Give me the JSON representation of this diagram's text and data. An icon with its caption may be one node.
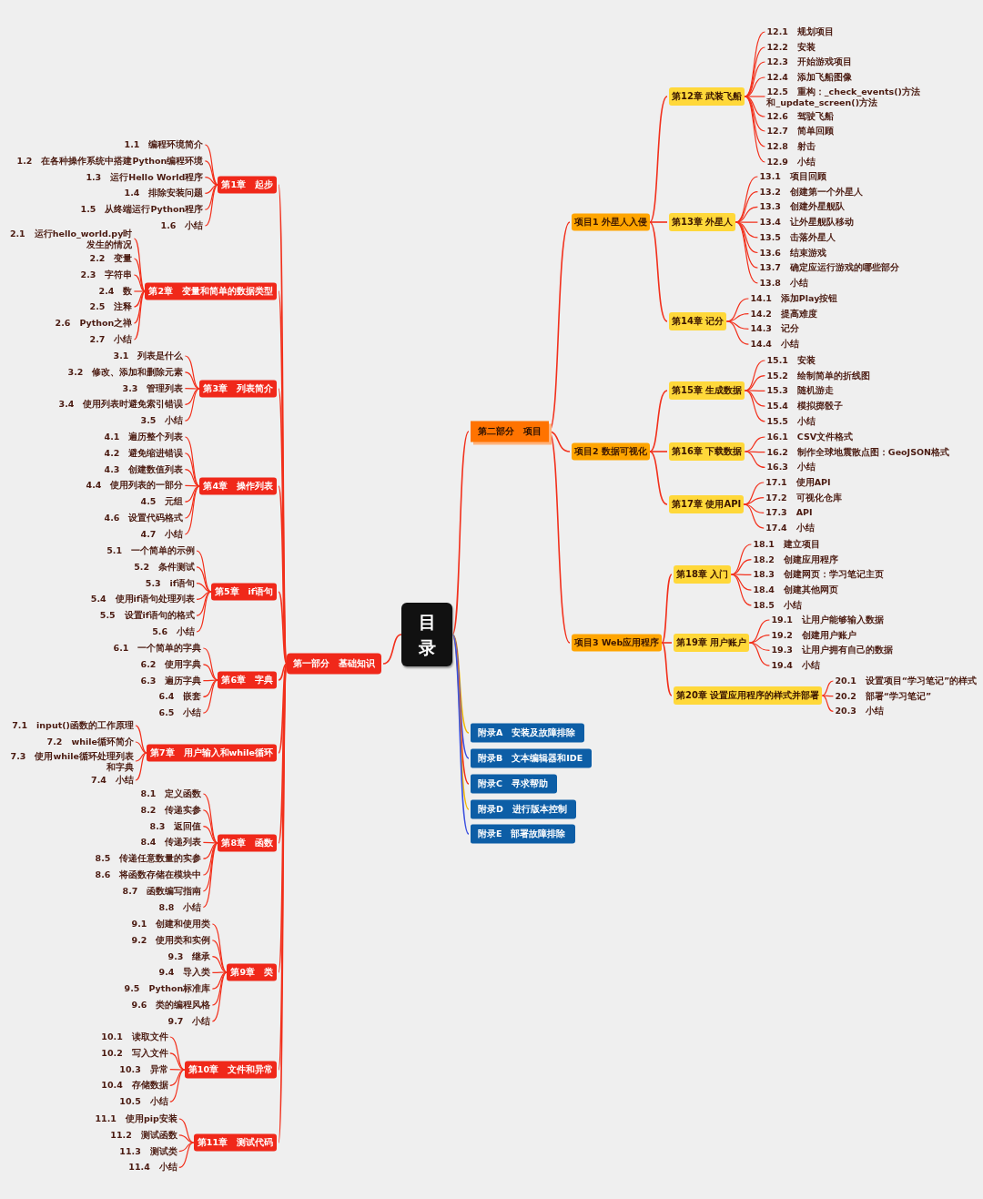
{
  "diagram": {
    "nodes": [
      {
        "text": [
          "目录"
        ]
      },
      {
        "text": [
          "第一部分　基础知识"
        ]
      },
      {
        "text": [
          "第1章　起步"
        ]
      },
      {
        "text": [
          "1.1　编程环境简介"
        ]
      },
      {
        "text": [
          "1.2　在各种操作系统中搭建Python编程环境"
        ]
      },
      {
        "text": [
          "1.3　运行Hello World程序"
        ]
      },
      {
        "text": [
          "1.4　排除安装问题"
        ]
      },
      {
        "text": [
          "1.5　从终端运行Python程序"
        ]
      },
      {
        "text": [
          "1.6　小结"
        ]
      },
      {
        "text": [
          "第2章　变量和简单的数据类型"
        ]
      },
      {
        "text": [
          "2.1　运行hello_world.py时发生的情况"
        ]
      },
      {
        "text": [
          "2.2　变量"
        ]
      },
      {
        "text": [
          "2.3　字符串"
        ]
      },
      {
        "text": [
          "2.4　数"
        ]
      },
      {
        "text": [
          "2.5　注释"
        ]
      },
      {
        "text": [
          "2.6　Python之禅"
        ]
      },
      {
        "text": [
          "2.7　小结"
        ]
      },
      {
        "text": [
          "第3章　列表简介"
        ]
      },
      {
        "text": [
          "3.1　列表是什么"
        ]
      },
      {
        "text": [
          "3.2　修改、添加和删除元素"
        ]
      },
      {
        "text": [
          "3.3　管理列表"
        ]
      },
      {
        "text": [
          "3.4　使用列表时避免索引错误"
        ]
      },
      {
        "text": [
          "3.5　小结"
        ]
      },
      {
        "text": [
          "第4章　操作列表"
        ]
      },
      {
        "text": [
          "4.1　遍历整个列表"
        ]
      },
      {
        "text": [
          "4.2　避免缩进错误"
        ]
      },
      {
        "text": [
          "4.3　创建数值列表"
        ]
      },
      {
        "text": [
          "4.4　使用列表的一部分"
        ]
      },
      {
        "text": [
          "4.5　元组"
        ]
      },
      {
        "text": [
          "4.6　设置代码格式"
        ]
      },
      {
        "text": [
          "4.7　小结"
        ]
      },
      {
        "text": [
          "第5章　if语句"
        ]
      },
      {
        "text": [
          "5.1　一个简单的示例"
        ]
      },
      {
        "text": [
          "5.2　条件测试"
        ]
      },
      {
        "text": [
          "5.3　if语句"
        ]
      },
      {
        "text": [
          "5.4　使用if语句处理列表"
        ]
      },
      {
        "text": [
          "5.5　设置if语句的格式"
        ]
      },
      {
        "text": [
          "5.6　小结"
        ]
      },
      {
        "text": [
          "第6章　字典"
        ]
      },
      {
        "text": [
          "6.1　一个简单的字典"
        ]
      },
      {
        "text": [
          "6.2　使用字典"
        ]
      },
      {
        "text": [
          "6.3　遍历字典"
        ]
      },
      {
        "text": [
          "6.4　嵌套"
        ]
      },
      {
        "text": [
          "6.5　小结"
        ]
      },
      {
        "text": [
          "第7章　用户输入和while循环"
        ]
      },
      {
        "text": [
          "7.1　input()函数的工作原理"
        ]
      },
      {
        "text": [
          "7.2　while循环简介"
        ]
      },
      {
        "text": [
          "7.3　使用while循环处理列表和字典"
        ]
      },
      {
        "text": [
          "7.4　小结"
        ]
      },
      {
        "text": [
          "第8章　函数"
        ]
      },
      {
        "text": [
          "8.1　定义函数"
        ]
      },
      {
        "text": [
          "8.2　传递实参"
        ]
      },
      {
        "text": [
          "8.3　返回值"
        ]
      },
      {
        "text": [
          "8.4　传递列表"
        ]
      },
      {
        "text": [
          "8.5　传递任意数量的实参"
        ]
      },
      {
        "text": [
          "8.6　将函数存储在模块中"
        ]
      },
      {
        "text": [
          "8.7　函数编写指南"
        ]
      },
      {
        "text": [
          "8.8　小结"
        ]
      },
      {
        "text": [
          "第9章　类"
        ]
      },
      {
        "text": [
          "9.1　创建和使用类"
        ]
      },
      {
        "text": [
          "9.2　使用类和实例"
        ]
      },
      {
        "text": [
          "9.3　继承"
        ]
      },
      {
        "text": [
          "9.4　导入类"
        ]
      },
      {
        "text": [
          "9.5　Python标准库"
        ]
      },
      {
        "text": [
          "9.6　类的编程风格"
        ]
      },
      {
        "text": [
          "9.7　小结"
        ]
      },
      {
        "text": [
          "第10章　文件和异常"
        ]
      },
      {
        "text": [
          "10.1　读取文件"
        ]
      },
      {
        "text": [
          "10.2　写入文件"
        ]
      },
      {
        "text": [
          "10.3　异常"
        ]
      },
      {
        "text": [
          "10.4　存储数据"
        ]
      },
      {
        "text": [
          "10.5　小结"
        ]
      },
      {
        "text": [
          "第11章　测试代码"
        ]
      },
      {
        "text": [
          "11.1　使用pip安装"
        ]
      },
      {
        "text": [
          "11.2　测试函数"
        ]
      },
      {
        "text": [
          "11.3　测试类"
        ]
      },
      {
        "text": [
          "11.4　小结"
        ]
      },
      {
        "text": [
          "第二部分　项目"
        ]
      },
      {
        "text": [
          "项目1 外星人入侵"
        ]
      },
      {
        "text": [
          "第12章 武装飞船"
        ]
      },
      {
        "text": [
          "12.1　规划项目"
        ]
      },
      {
        "text": [
          "12.2　安装"
        ]
      },
      {
        "text": [
          "12.3　开始游戏项目"
        ]
      },
      {
        "text": [
          "12.4　添加飞船图像"
        ]
      },
      {
        "text": [
          "12.5　重构：_check_events()方法和_update_screen()方法"
        ]
      },
      {
        "text": [
          "12.6　驾驶飞船"
        ]
      },
      {
        "text": [
          "12.7　简单回顾"
        ]
      },
      {
        "text": [
          "12.8　射击"
        ]
      },
      {
        "text": [
          "12.9　小结"
        ]
      },
      {
        "text": [
          "第13章 外星人"
        ]
      },
      {
        "text": [
          "13.1　项目回顾"
        ]
      },
      {
        "text": [
          "13.2　创建第一个外星人"
        ]
      },
      {
        "text": [
          "13.3　创建外星舰队"
        ]
      },
      {
        "text": [
          "13.4　让外星舰队移动"
        ]
      },
      {
        "text": [
          "13.5　击落外星人"
        ]
      },
      {
        "text": [
          "13.6　结束游戏"
        ]
      },
      {
        "text": [
          "13.7　确定应运行游戏的哪些部分"
        ]
      },
      {
        "text": [
          "13.8　小结"
        ]
      },
      {
        "text": [
          "第14章 记分"
        ]
      },
      {
        "text": [
          "14.1　添加Play按钮"
        ]
      },
      {
        "text": [
          "14.2　提高难度"
        ]
      },
      {
        "text": [
          "14.3　记分"
        ]
      },
      {
        "text": [
          "14.4　小结"
        ]
      },
      {
        "text": [
          "项目2 数据可视化"
        ]
      },
      {
        "text": [
          "第15章 生成数据"
        ]
      },
      {
        "text": [
          "15.1　安装"
        ]
      },
      {
        "text": [
          "15.2　绘制简单的折线图"
        ]
      },
      {
        "text": [
          "15.3　随机游走"
        ]
      },
      {
        "text": [
          "15.4　模拟掷骰子"
        ]
      },
      {
        "text": [
          "15.5　小结"
        ]
      },
      {
        "text": [
          "第16章 下载数据"
        ]
      },
      {
        "text": [
          "16.1　CSV文件格式"
        ]
      },
      {
        "text": [
          "16.2　制作全球地震散点图：GeoJSON格式"
        ]
      },
      {
        "text": [
          "16.3　小结"
        ]
      },
      {
        "text": [
          "第17章 使用API"
        ]
      },
      {
        "text": [
          "17.1　使用API"
        ]
      },
      {
        "text": [
          "17.2　可视化仓库"
        ]
      },
      {
        "text": [
          "17.3　API"
        ]
      },
      {
        "text": [
          "17.4　小结"
        ]
      },
      {
        "text": [
          "项目3 Web应用程序"
        ]
      },
      {
        "text": [
          "第18章 入门"
        ]
      },
      {
        "text": [
          "18.1　建立项目"
        ]
      },
      {
        "text": [
          "18.2　创建应用程序"
        ]
      },
      {
        "text": [
          "18.3　创建网页：学习笔记主页"
        ]
      },
      {
        "text": [
          "18.4　创建其他网页"
        ]
      },
      {
        "text": [
          "18.5　小结"
        ]
      },
      {
        "text": [
          "第19章 用户账户"
        ]
      },
      {
        "text": [
          "19.1　让用户能够输入数据"
        ]
      },
      {
        "text": [
          "19.2　创建用户账户"
        ]
      },
      {
        "text": [
          "19.3　让用户拥有自己的数据"
        ]
      },
      {
        "text": [
          "19.4　小结"
        ]
      },
      {
        "text": [
          "第20章 设置应用程序的样式并部署"
        ]
      },
      {
        "text": [
          "20.1　设置项目“学习笔记”的样式"
        ]
      },
      {
        "text": [
          "20.2　部署“学习笔记”"
        ]
      },
      {
        "text": [
          "20.3　小结"
        ]
      },
      {
        "text": [
          "附录A　安装及故障排除"
        ]
      },
      {
        "text": [
          "附录B　文本编辑器和IDE"
        ]
      },
      {
        "text": [
          "附录C　寻求帮助"
        ]
      },
      {
        "text": [
          "附录D　进行版本控制"
        ]
      },
      {
        "text": [
          "附录E　部署故障排除"
        ]
      }
    ],
    "edges": [
      {
        "from": 0,
        "to": 1,
        "arrow": "none"
      },
      {
        "from": 1,
        "to": 2,
        "arrow": "none"
      },
      {
        "from": 2,
        "to": 3,
        "arrow": "none"
      },
      {
        "from": 2,
        "to": 4,
        "arrow": "none"
      },
      {
        "from": 2,
        "to": 5,
        "arrow": "none"
      },
      {
        "from": 2,
        "to": 6,
        "arrow": "none"
      },
      {
        "from": 2,
        "to": 7,
        "arrow": "none"
      },
      {
        "from": 2,
        "to": 8,
        "arrow": "none"
      },
      {
        "from": 1,
        "to": 9,
        "arrow": "none"
      },
      {
        "from": 9,
        "to": 10,
        "arrow": "none"
      },
      {
        "from": 9,
        "to": 11,
        "arrow": "none"
      },
      {
        "from": 9,
        "to": 12,
        "arrow": "none"
      },
      {
        "from": 9,
        "to": 13,
        "arrow": "none"
      },
      {
        "from": 9,
        "to": 14,
        "arrow": "none"
      },
      {
        "from": 9,
        "to": 15,
        "arrow": "none"
      },
      {
        "from": 9,
        "to": 16,
        "arrow": "none"
      },
      {
        "from": 1,
        "to": 17,
        "arrow": "none"
      },
      {
        "from": 17,
        "to": 18,
        "arrow": "none"
      },
      {
        "from": 17,
        "to": 19,
        "arrow": "none"
      },
      {
        "from": 17,
        "to": 20,
        "arrow": "none"
      },
      {
        "from": 17,
        "to": 21,
        "arrow": "none"
      },
      {
        "from": 17,
        "to": 22,
        "arrow": "none"
      },
      {
        "from": 1,
        "to": 23,
        "arrow": "none"
      },
      {
        "from": 23,
        "to": 24,
        "arrow": "none"
      },
      {
        "from": 23,
        "to": 25,
        "arrow": "none"
      },
      {
        "from": 23,
        "to": 26,
        "arrow": "none"
      },
      {
        "from": 23,
        "to": 27,
        "arrow": "none"
      },
      {
        "from": 23,
        "to": 28,
        "arrow": "none"
      },
      {
        "from": 23,
        "to": 29,
        "arrow": "none"
      },
      {
        "from": 23,
        "to": 30,
        "arrow": "none"
      },
      {
        "from": 1,
        "to": 31,
        "arrow": "none"
      },
      {
        "from": 31,
        "to": 32,
        "arrow": "none"
      },
      {
        "from": 31,
        "to": 33,
        "arrow": "none"
      },
      {
        "from": 31,
        "to": 34,
        "arrow": "none"
      },
      {
        "from": 31,
        "to": 35,
        "arrow": "none"
      },
      {
        "from": 31,
        "to": 36,
        "arrow": "none"
      },
      {
        "from": 31,
        "to": 37,
        "arrow": "none"
      },
      {
        "from": 1,
        "to": 38,
        "arrow": "none"
      },
      {
        "from": 38,
        "to": 39,
        "arrow": "none"
      },
      {
        "from": 38,
        "to": 40,
        "arrow": "none"
      },
      {
        "from": 38,
        "to": 41,
        "arrow": "none"
      },
      {
        "from": 38,
        "to": 42,
        "arrow": "none"
      },
      {
        "from": 38,
        "to": 43,
        "arrow": "none"
      },
      {
        "from": 1,
        "to": 44,
        "arrow": "none"
      },
      {
        "from": 44,
        "to": 45,
        "arrow": "none"
      },
      {
        "from": 44,
        "to": 46,
        "arrow": "none"
      },
      {
        "from": 44,
        "to": 47,
        "arrow": "none"
      },
      {
        "from": 44,
        "to": 48,
        "arrow": "none"
      },
      {
        "from": 1,
        "to": 49,
        "arrow": "none"
      },
      {
        "from": 49,
        "to": 50,
        "arrow": "none"
      },
      {
        "from": 49,
        "to": 51,
        "arrow": "none"
      },
      {
        "from": 49,
        "to": 52,
        "arrow": "none"
      },
      {
        "from": 49,
        "to": 53,
        "arrow": "none"
      },
      {
        "from": 49,
        "to": 54,
        "arrow": "none"
      },
      {
        "from": 49,
        "to": 55,
        "arrow": "none"
      },
      {
        "from": 49,
        "to": 56,
        "arrow": "none"
      },
      {
        "from": 49,
        "to": 57,
        "arrow": "none"
      },
      {
        "from": 1,
        "to": 58,
        "arrow": "none"
      },
      {
        "from": 58,
        "to": 59,
        "arrow": "none"
      },
      {
        "from": 58,
        "to": 60,
        "arrow": "none"
      },
      {
        "from": 58,
        "to": 61,
        "arrow": "none"
      },
      {
        "from": 58,
        "to": 62,
        "arrow": "none"
      },
      {
        "from": 58,
        "to": 63,
        "arrow": "none"
      },
      {
        "from": 58,
        "to": 64,
        "arrow": "none"
      },
      {
        "from": 58,
        "to": 65,
        "arrow": "none"
      },
      {
        "from": 1,
        "to": 66,
        "arrow": "none"
      },
      {
        "from": 66,
        "to": 67,
        "arrow": "none"
      },
      {
        "from": 66,
        "to": 68,
        "arrow": "none"
      },
      {
        "from": 66,
        "to": 69,
        "arrow": "none"
      },
      {
        "from": 66,
        "to": 70,
        "arrow": "none"
      },
      {
        "from": 66,
        "to": 71,
        "arrow": "none"
      },
      {
        "from": 1,
        "to": 72,
        "arrow": "none"
      },
      {
        "from": 72,
        "to": 73,
        "arrow": "none"
      },
      {
        "from": 72,
        "to": 74,
        "arrow": "none"
      },
      {
        "from": 72,
        "to": 75,
        "arrow": "none"
      },
      {
        "from": 72,
        "to": 76,
        "arrow": "none"
      },
      {
        "from": 0,
        "to": 77,
        "arrow": "none"
      },
      {
        "from": 77,
        "to": 78,
        "arrow": "none"
      },
      {
        "from": 78,
        "to": 79,
        "arrow": "none"
      },
      {
        "from": 79,
        "to": 80,
        "arrow": "none"
      },
      {
        "from": 79,
        "to": 81,
        "arrow": "none"
      },
      {
        "from": 79,
        "to": 82,
        "arrow": "none"
      },
      {
        "from": 79,
        "to": 83,
        "arrow": "none"
      },
      {
        "from": 79,
        "to": 84,
        "arrow": "none"
      },
      {
        "from": 79,
        "to": 85,
        "arrow": "none"
      },
      {
        "from": 79,
        "to": 86,
        "arrow": "none"
      },
      {
        "from": 79,
        "to": 87,
        "arrow": "none"
      },
      {
        "from": 79,
        "to": 88,
        "arrow": "none"
      },
      {
        "from": 78,
        "to": 89,
        "arrow": "none"
      },
      {
        "from": 89,
        "to": 90,
        "arrow": "none"
      },
      {
        "from": 89,
        "to": 91,
        "arrow": "none"
      },
      {
        "from": 89,
        "to": 92,
        "arrow": "none"
      },
      {
        "from": 89,
        "to": 93,
        "arrow": "none"
      },
      {
        "from": 89,
        "to": 94,
        "arrow": "none"
      },
      {
        "from": 89,
        "to": 95,
        "arrow": "none"
      },
      {
        "from": 89,
        "to": 96,
        "arrow": "none"
      },
      {
        "from": 89,
        "to": 97,
        "arrow": "none"
      },
      {
        "from": 78,
        "to": 98,
        "arrow": "none"
      },
      {
        "from": 98,
        "to": 99,
        "arrow": "none"
      },
      {
        "from": 98,
        "to": 100,
        "arrow": "none"
      },
      {
        "from": 98,
        "to": 101,
        "arrow": "none"
      },
      {
        "from": 98,
        "to": 102,
        "arrow": "none"
      },
      {
        "from": 77,
        "to": 103,
        "arrow": "none"
      },
      {
        "from": 103,
        "to": 104,
        "arrow": "none"
      },
      {
        "from": 104,
        "to": 105,
        "arrow": "none"
      },
      {
        "from": 104,
        "to": 106,
        "arrow": "none"
      },
      {
        "from": 104,
        "to": 107,
        "arrow": "none"
      },
      {
        "from": 104,
        "to": 108,
        "arrow": "none"
      },
      {
        "from": 104,
        "to": 109,
        "arrow": "none"
      },
      {
        "from": 103,
        "to": 110,
        "arrow": "none"
      },
      {
        "from": 110,
        "to": 111,
        "arrow": "none"
      },
      {
        "from": 110,
        "to": 112,
        "arrow": "none"
      },
      {
        "from": 110,
        "to": 113,
        "arrow": "none"
      },
      {
        "from": 103,
        "to": 114,
        "arrow": "none"
      },
      {
        "from": 114,
        "to": 115,
        "arrow": "none"
      },
      {
        "from": 114,
        "to": 116,
        "arrow": "none"
      },
      {
        "from": 114,
        "to": 117,
        "arrow": "none"
      },
      {
        "from": 114,
        "to": 118,
        "arrow": "none"
      },
      {
        "from": 77,
        "to": 119,
        "arrow": "none"
      },
      {
        "from": 119,
        "to": 120,
        "arrow": "none"
      },
      {
        "from": 120,
        "to": 121,
        "arrow": "none"
      },
      {
        "from": 120,
        "to": 122,
        "arrow": "none"
      },
      {
        "from": 120,
        "to": 123,
        "arrow": "none"
      },
      {
        "from": 120,
        "to": 124,
        "arrow": "none"
      },
      {
        "from": 120,
        "to": 125,
        "arrow": "none"
      },
      {
        "from": 119,
        "to": 126,
        "arrow": "none"
      },
      {
        "from": 126,
        "to": 127,
        "arrow": "none"
      },
      {
        "from": 126,
        "to": 128,
        "arrow": "none"
      },
      {
        "from": 126,
        "to": 129,
        "arrow": "none"
      },
      {
        "from": 126,
        "to": 130,
        "arrow": "none"
      },
      {
        "from": 119,
        "to": 131,
        "arrow": "none"
      },
      {
        "from": 131,
        "to": 132,
        "arrow": "none"
      },
      {
        "from": 131,
        "to": 133,
        "arrow": "none"
      },
      {
        "from": 131,
        "to": 134,
        "arrow": "none"
      },
      {
        "from": 0,
        "to": 135,
        "arrow": "none",
        "color": "#f2b705"
      },
      {
        "from": 0,
        "to": 136,
        "arrow": "none",
        "color": "#3b4fe0"
      },
      {
        "from": 0,
        "to": 137,
        "arrow": "none"
      },
      {
        "from": 0,
        "to": 138,
        "arrow": "none",
        "color": "#f2b705"
      },
      {
        "from": 0,
        "to": 139,
        "arrow": "none",
        "color": "#3b4fe0"
      }
    ]
  }
}
